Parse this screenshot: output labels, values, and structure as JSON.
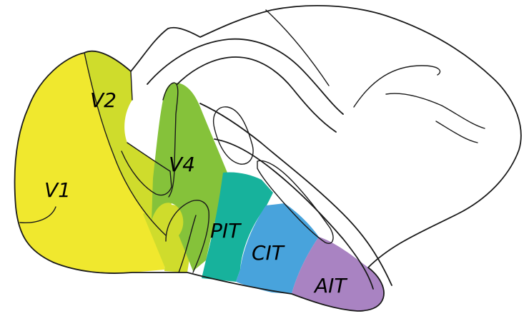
{
  "regions": [
    {
      "id": "v1",
      "label": "V1",
      "color": "#f0e82e"
    },
    {
      "id": "v2",
      "label": "V2",
      "color": "#cfdc2c"
    },
    {
      "id": "v4",
      "label": "V4",
      "color": "#85c23a"
    },
    {
      "id": "pit",
      "label": "PIT",
      "color": "#17b29c"
    },
    {
      "id": "cit",
      "label": "CIT",
      "color": "#48a3dc"
    },
    {
      "id": "ait",
      "label": "AIT",
      "color": "#a983c2"
    }
  ]
}
